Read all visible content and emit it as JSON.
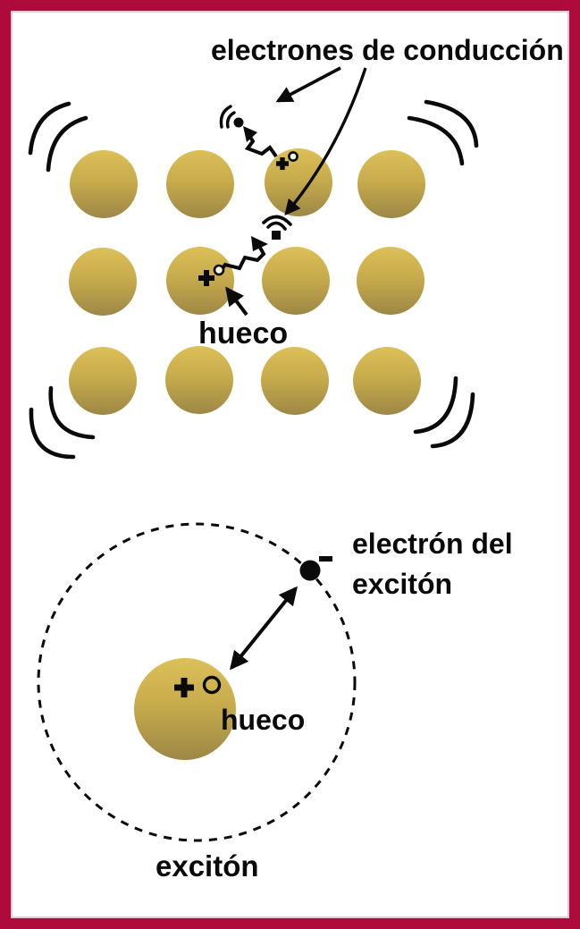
{
  "figure": {
    "background_color": "#ffffff",
    "border_color": "#ae0a3c",
    "border_inner_line_color": "#efc3d3",
    "ink_color": "#0a0a0a",
    "atom_gradient_top": "#d9bd52",
    "atom_gradient_bottom": "#9c8846"
  },
  "top_diagram": {
    "conduction_electrons_label": "electrones de conducción",
    "hole_label": "hueco",
    "hole_charge_symbol": "+",
    "hole_vacancy_symbol": "o",
    "atom_rows": 3,
    "atom_cols": 4,
    "conduction_electron_count": 2,
    "hole_count": 2
  },
  "bottom_diagram": {
    "exciton_electron_label_line1": "electrón del",
    "exciton_electron_label_line2": "excitón",
    "hole_label": "hueco",
    "exciton_label": "excitón",
    "electron_charge_symbol": "-",
    "hole_charge_symbol": "+",
    "hole_vacancy_symbol": "O"
  }
}
